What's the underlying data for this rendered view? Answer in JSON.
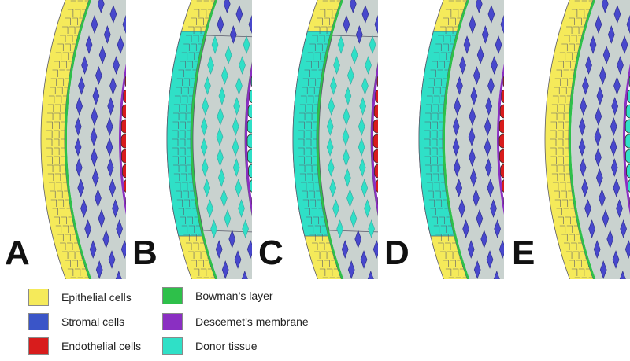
{
  "panels": [
    {
      "letter": "A",
      "epithelium": "host",
      "stroma": "host",
      "endothelium": "host"
    },
    {
      "letter": "B",
      "epithelium": "donor",
      "stroma": "donor",
      "endothelium": "donor"
    },
    {
      "letter": "C",
      "epithelium": "donor",
      "stroma": "donor",
      "endothelium": "host"
    },
    {
      "letter": "D",
      "epithelium": "donor",
      "stroma": "host",
      "endothelium": "host"
    },
    {
      "letter": "E",
      "epithelium": "host",
      "stroma": "host",
      "endothelium": "donor"
    }
  ],
  "legend": [
    {
      "label": "Epithelial cells",
      "color": "#f5ea5a",
      "icon": "epithelial-swatch"
    },
    {
      "label": "Stromal cells",
      "color": "#3a55c8",
      "icon": "stromal-swatch"
    },
    {
      "label": "Endothelial cells",
      "color": "#d81c1c",
      "icon": "endothelial-swatch"
    },
    {
      "label": "Bowman’s layer",
      "color": "#2ec04a",
      "icon": "bowman-swatch"
    },
    {
      "label": "Descemet’s membrane",
      "color": "#8a2fc2",
      "icon": "descemet-swatch"
    },
    {
      "label": "Donor tissue",
      "color": "#2fe0c7",
      "icon": "donor-swatch"
    }
  ],
  "colors": {
    "stroma_background": "#c9d2cf",
    "host_epithelium": "#f5ea5a",
    "host_stromal_cell": "#4848cc",
    "host_endothelium": "#d81c1c",
    "donor": "#2fe0c7",
    "bowman": "#2ec04a",
    "descemet": "#8a2fc2",
    "outline": "#5a5a6a"
  }
}
